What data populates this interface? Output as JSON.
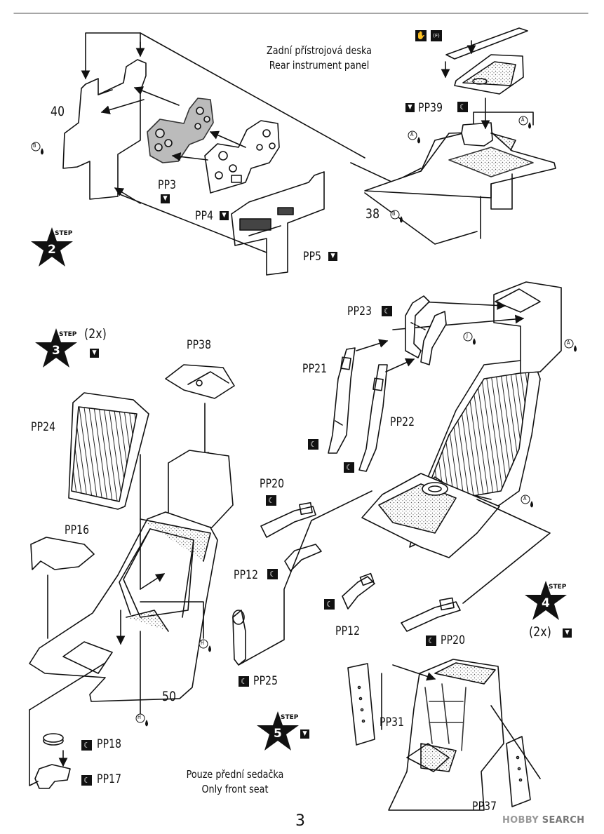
{
  "header_line": true,
  "labels": {
    "part_40": "40",
    "pp3": "PP3",
    "pp4": "PP4",
    "pp5": "PP5",
    "part_38": "38",
    "pp39": "PP39",
    "pp23": "PP23",
    "pp21": "PP21",
    "pp22": "PP22",
    "pp38": "PP38",
    "pp24": "PP24",
    "pp16": "PP16",
    "pp20_a": "PP20",
    "pp12_a": "PP12",
    "pp12_b": "PP12",
    "pp20_b": "PP20",
    "pp25": "PP25",
    "part_50": "50",
    "pp18": "PP18",
    "pp17": "PP17",
    "pp31": "PP31",
    "pp37": "PP37"
  },
  "notes": {
    "rear_panel_cz": "Zadní přístrojová deska",
    "rear_panel_en": "Rear instrument panel",
    "front_seat_cz": "Pouze přední sedačka",
    "front_seat_en": "Only front seat"
  },
  "steps": {
    "step2": {
      "word": "STEP",
      "num": "2"
    },
    "step3": {
      "word": "STEP",
      "num": "3",
      "mult": "(2x)"
    },
    "step4": {
      "word": "STEP",
      "num": "4",
      "mult": "(2x)"
    },
    "step5": {
      "word": "STEP",
      "num": "5"
    }
  },
  "markers": {
    "a": "A",
    "b": "B",
    "h": "H",
    "j": "J",
    "f": "(F)"
  },
  "page_number": "3",
  "watermark": {
    "brand": "HOBBY",
    "rest": " SEARCH"
  }
}
